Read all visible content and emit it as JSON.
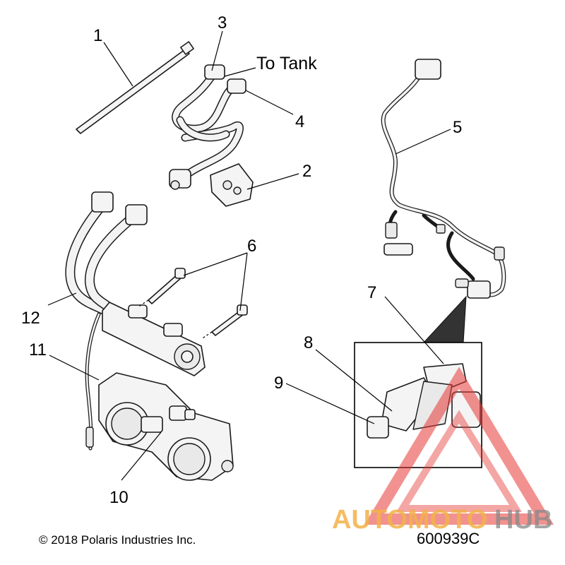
{
  "callouts": {
    "c1": "1",
    "c2": "2",
    "c3": "3",
    "c4": "4",
    "c5": "5",
    "c6": "6",
    "c7": "7",
    "c8": "8",
    "c9": "9",
    "c10": "10",
    "c11": "11",
    "c12": "12"
  },
  "labels": {
    "to_tank": "To Tank"
  },
  "footer": {
    "copyright": "© 2018 Polaris Industries Inc.",
    "part_number": "600939C"
  },
  "watermark": {
    "text_a": "AUTOMOTO",
    "text_b": "HUB",
    "color_a": "#f3b24a",
    "color_b": "#888888",
    "triangle_color": "#e53935"
  }
}
